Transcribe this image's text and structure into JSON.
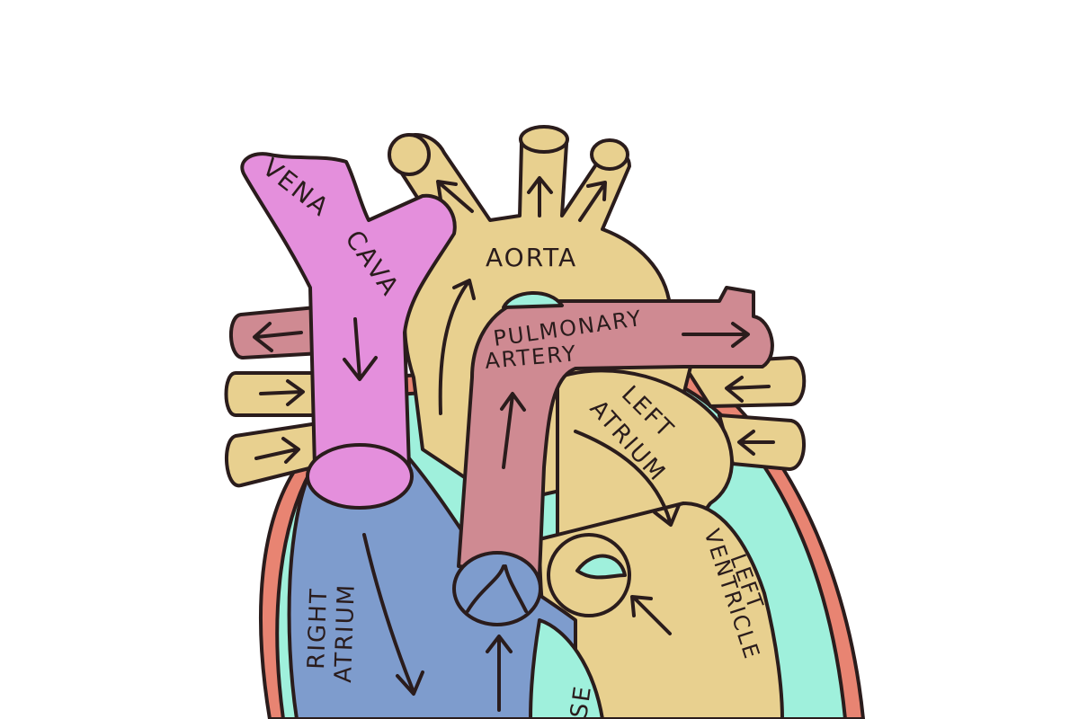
{
  "diagram": {
    "labels": {
      "vena_cava_1": "VENA",
      "vena_cava_2": "CAVA",
      "aorta": "AORTA",
      "pulmonary_1": "PULMONARY",
      "pulmonary_2": "ARTERY",
      "left_atrium_1": "LEFT",
      "left_atrium_2": "ATRIUM",
      "right_atrium_1": "RIGHT",
      "right_atrium_2": "ATRIUM",
      "left_ventricle_1": "LEFT",
      "left_ventricle_2": "VENTRICLE",
      "septum_partial": "SE"
    },
    "colors": {
      "vena_cava": "#e48fdc",
      "aorta": "#e8d08f",
      "pulmonary_artery": "#cf8a92",
      "right_atrium": "#7e9ccd",
      "wall_inner": "#9ff0dc",
      "wall_outer": "#e88472",
      "outline": "#2a1c1c",
      "background": "#ffffff"
    }
  }
}
